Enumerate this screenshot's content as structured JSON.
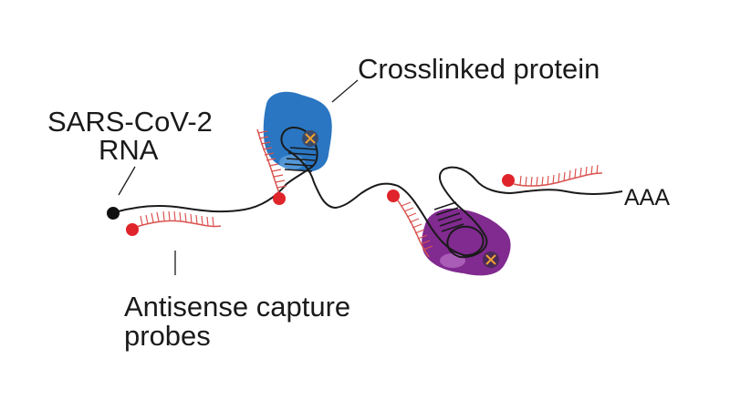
{
  "labels": {
    "crosslinked_protein": "Crosslinked protein",
    "rna_line1": "SARS-CoV-2",
    "rna_line2": "RNA",
    "poly_a": "AAA",
    "probes_line1": "Antisense capture",
    "probes_line2": "probes"
  },
  "colors": {
    "rna_strand": "#1a1a1a",
    "probe": "#d9534f",
    "probe_bead": "#e0242b",
    "protein_blue": "#1f6fbf",
    "protein_purple": "#7a1f8a",
    "crosslink_mark": "#f0a030"
  }
}
